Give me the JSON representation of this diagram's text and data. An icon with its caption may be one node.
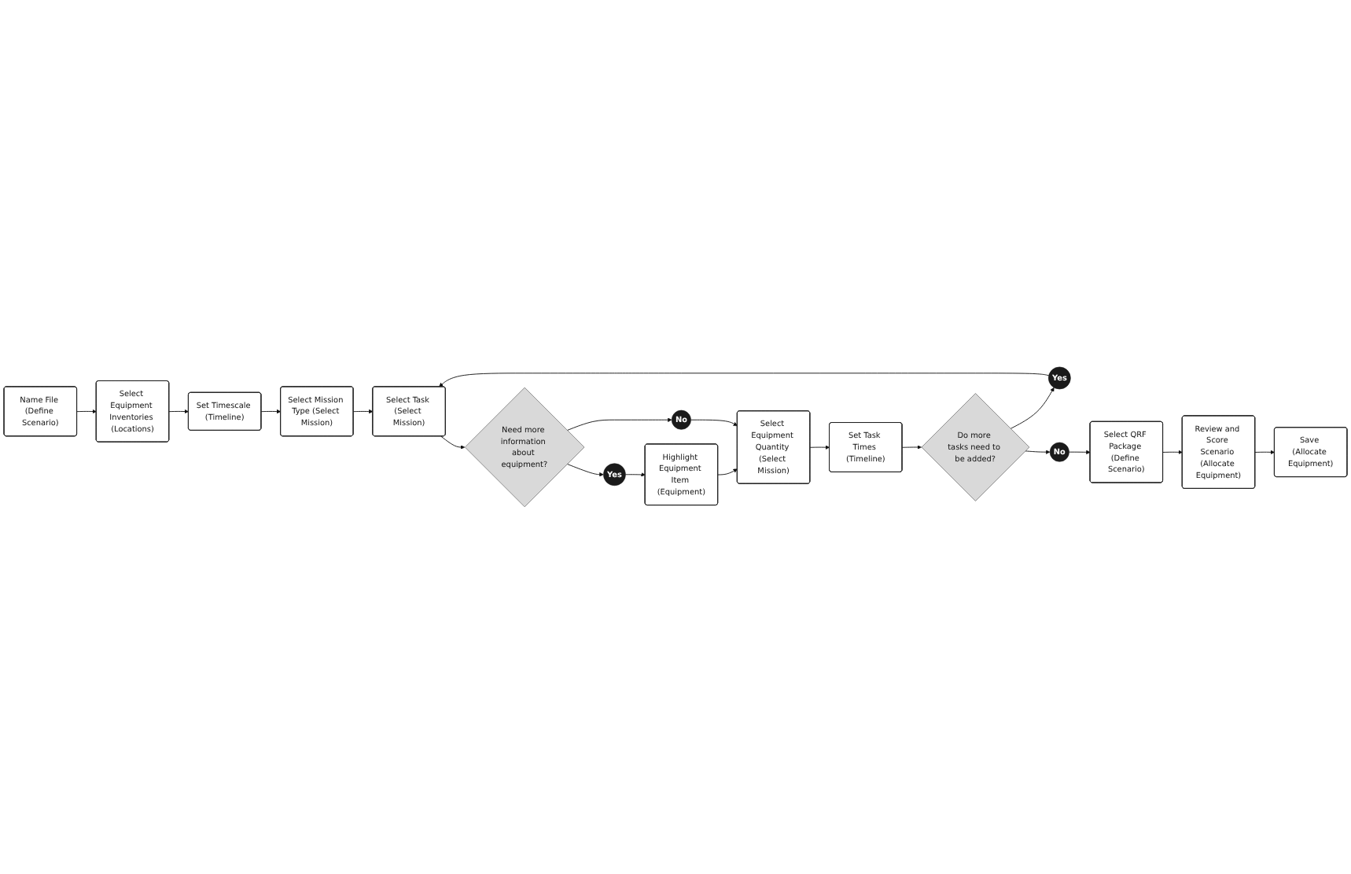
{
  "diagram": {
    "nodes": [
      {
        "text": [
          "Name File (Define Scenario)"
        ]
      },
      {
        "text": [
          "Select Equipment Inventories (Locations)"
        ]
      },
      {
        "text": [
          "Set Timescale (Timeline)"
        ]
      },
      {
        "text": [
          "Select Mission Type (Select Mission)"
        ]
      },
      {
        "text": [
          "Select Task (Select Mission)"
        ]
      },
      {
        "text": [
          "Need more information about equipment?"
        ]
      },
      {
        "text": [
          "Yes"
        ]
      },
      {
        "text": [
          "Yes"
        ]
      },
      {
        "text": [
          "Highlight Equipment Item (Equipment)"
        ]
      },
      {
        "text": [
          "No"
        ]
      },
      {
        "text": [
          "Select Equipment Quantity (Select Mission)"
        ]
      },
      {
        "text": [
          "Set Task Times (Timeline)"
        ]
      },
      {
        "text": [
          "Do more tasks need to be added?"
        ]
      },
      {
        "text": [
          "Save (Allocate Equipment)"
        ]
      },
      {
        "text": [
          "Review and Score Scenario (Allocate Equipment)"
        ]
      },
      {
        "text": [
          "Select QRF Package (Define Scenario)"
        ]
      },
      {
        "text": [
          "No"
        ]
      }
    ],
    "edges": [
      {
        "from": 0,
        "to": 1,
        "arrow": "to"
      },
      {
        "from": 1,
        "to": 2,
        "arrow": "to"
      },
      {
        "from": 2,
        "to": 3,
        "arrow": "to"
      },
      {
        "from": 3,
        "to": 4,
        "arrow": "to"
      },
      {
        "from": 4,
        "to": 5,
        "arrow": "to"
      },
      {
        "from": 5,
        "to": 6,
        "arrow": "to"
      },
      {
        "from": 5,
        "to": 9,
        "arrow": "to"
      },
      {
        "from": 6,
        "to": 8,
        "arrow": "to"
      },
      {
        "from": 8,
        "to": 10,
        "arrow": "to"
      },
      {
        "from": 9,
        "to": 10,
        "arrow": "to"
      },
      {
        "from": 10,
        "to": 11,
        "arrow": "to"
      },
      {
        "from": 11,
        "to": 12,
        "arrow": "to"
      },
      {
        "from": 12,
        "to": 7,
        "arrow": "to"
      },
      {
        "from": 7,
        "to": 4,
        "arrow": "to"
      },
      {
        "from": 12,
        "to": 16,
        "arrow": "to"
      },
      {
        "from": 16,
        "to": 15,
        "arrow": "to"
      },
      {
        "from": 15,
        "to": 14,
        "arrow": "to"
      },
      {
        "from": 14,
        "to": 13,
        "arrow": "to"
      }
    ]
  }
}
